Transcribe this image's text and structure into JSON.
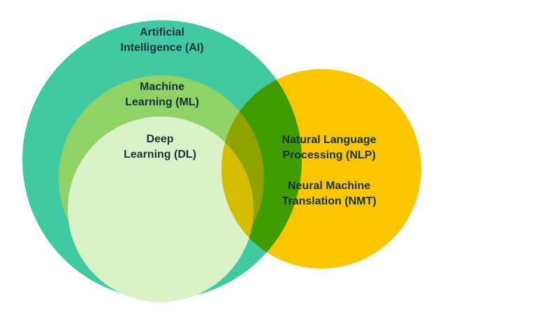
{
  "diagram": {
    "type": "venn-euler",
    "description": "Nested circles: Deep Learning inside Machine Learning inside Artificial Intelligence; a yellow NLP circle overlaps the nested green circles on the right; NMT is written inside the NLP circle.",
    "circles": [
      {
        "id": "ai",
        "label_key": "ai",
        "nested_in": null
      },
      {
        "id": "ml",
        "label_key": "ml",
        "nested_in": "ai"
      },
      {
        "id": "dl",
        "label_key": "dl",
        "nested_in": "ml"
      },
      {
        "id": "nlp",
        "label_keys": [
          "nlp",
          "nmt"
        ],
        "overlaps": [
          "ai",
          "ml",
          "dl"
        ]
      }
    ]
  },
  "labels": {
    "ai": "Artificial\nIntelligence (AI)",
    "ml": "Machine\nLearning (ML)",
    "dl": "Deep\nLearning (DL)",
    "nlp": "Natural Language\nProcessing (NLP)",
    "nmt": "Neural Machine\nTranslation (NMT)"
  },
  "colors": {
    "ai": "#41C9A1",
    "ml": "#90D266",
    "dl": "#D9F2C8",
    "nlp": "#FBC600",
    "text": "#16323B",
    "background": "#FFFFFF"
  }
}
